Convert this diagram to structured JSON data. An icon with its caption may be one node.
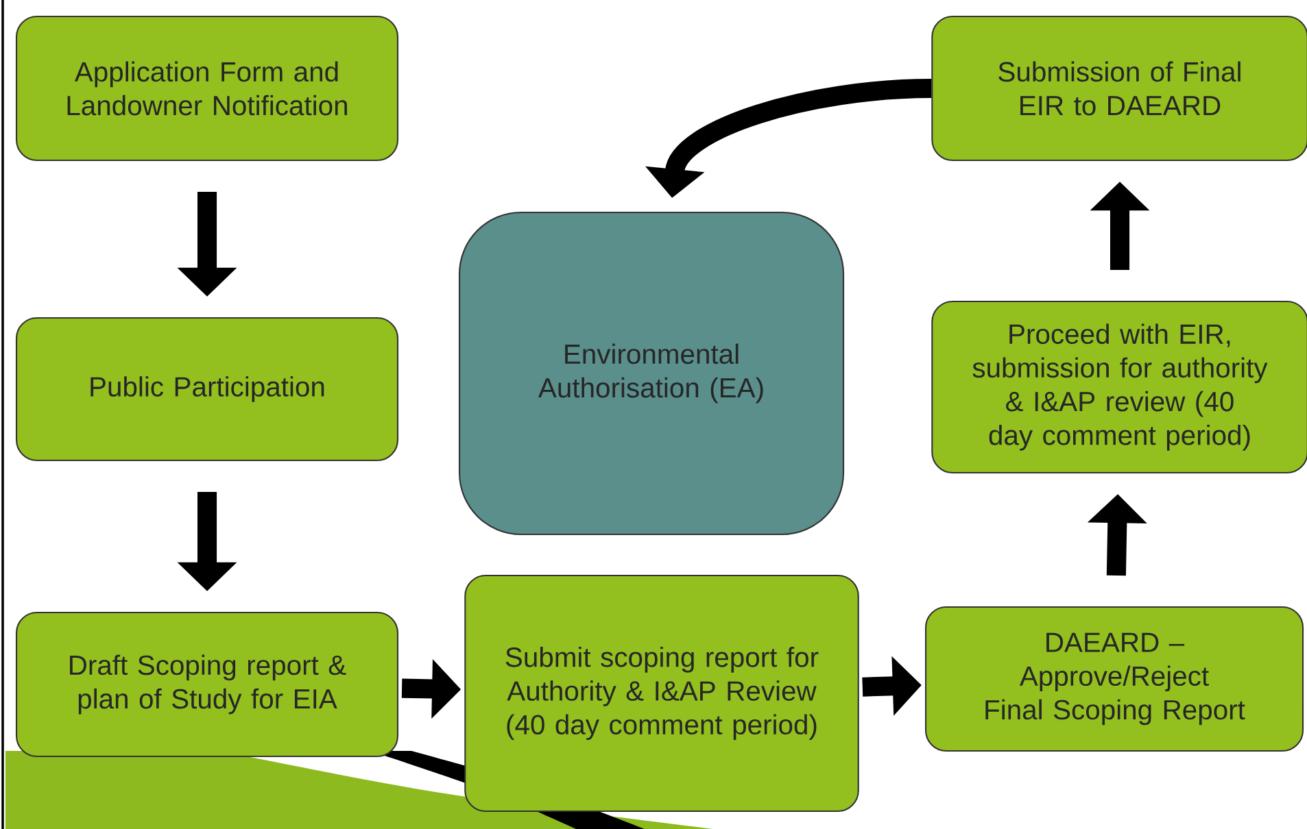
{
  "diagram": {
    "nodes": [
      {
        "text": [
          "Application Form and Landowner Notification"
        ]
      },
      {
        "text": [
          "Public Participation"
        ]
      },
      {
        "text": [
          "Draft Scoping report & plan of Study for EIA"
        ]
      },
      {
        "text": [
          "Submit scoping report for Authority & I&AP Review (40 day comment period)"
        ]
      },
      {
        "text": [
          "DAEARD – Approve/Reject Final Scoping Report"
        ]
      },
      {
        "text": [
          "Proceed with EIR, submission for authority & I&AP review (40 day comment period)"
        ]
      },
      {
        "text": [
          "Submission of Final EIR to DAEARD"
        ]
      },
      {
        "text": [
          "Environmental Authorisation (EA)"
        ]
      }
    ],
    "edges": [
      {
        "from": 0,
        "to": 1,
        "arrow": "to"
      },
      {
        "from": 1,
        "to": 2,
        "arrow": "to"
      },
      {
        "from": 2,
        "to": 3,
        "arrow": "to"
      },
      {
        "from": 3,
        "to": 4,
        "arrow": "to"
      },
      {
        "from": 4,
        "to": 5,
        "arrow": "to"
      },
      {
        "from": 5,
        "to": 6,
        "arrow": "to"
      },
      {
        "from": 6,
        "to": 7,
        "arrow": "to"
      }
    ]
  }
}
